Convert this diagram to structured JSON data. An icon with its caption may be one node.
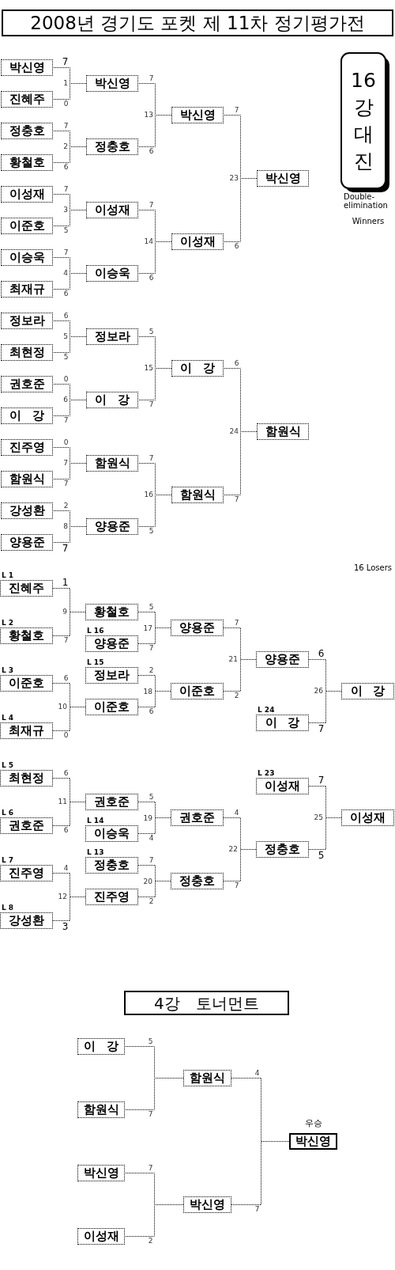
{
  "diagram": {
    "title": "2008년 경기도 포켓 제 11차 정기평가전",
    "nodes": [
      {
        "text": [
          "16 강 대 진"
        ]
      },
      {
        "text": [
          "박신영"
        ]
      },
      {
        "text": [
          "진혜주"
        ]
      },
      {
        "text": [
          "정충호"
        ]
      },
      {
        "text": [
          "황철호"
        ]
      },
      {
        "text": [
          "이성재"
        ]
      },
      {
        "text": [
          "이준호"
        ]
      },
      {
        "text": [
          "이승욱"
        ]
      },
      {
        "text": [
          "최재규"
        ]
      },
      {
        "text": [
          "정보라"
        ]
      },
      {
        "text": [
          "최현정"
        ]
      },
      {
        "text": [
          "권호준"
        ]
      },
      {
        "text": [
          "이 강"
        ]
      },
      {
        "text": [
          "진주영"
        ]
      },
      {
        "text": [
          "함원식"
        ]
      },
      {
        "text": [
          "강성환"
        ]
      },
      {
        "text": [
          "양용준"
        ]
      },
      {
        "text": [
          "박신영"
        ],
        "beside": [
          "1"
        ]
      },
      {
        "text": [
          "정충호"
        ],
        "beside": [
          "2"
        ]
      },
      {
        "text": [
          "이성재"
        ],
        "beside": [
          "3"
        ]
      },
      {
        "text": [
          "이승욱"
        ],
        "beside": [
          "4"
        ]
      },
      {
        "text": [
          "정보라"
        ],
        "beside": [
          "5"
        ]
      },
      {
        "text": [
          "이 강"
        ],
        "beside": [
          "6"
        ]
      },
      {
        "text": [
          "함원식"
        ],
        "beside": [
          "7"
        ]
      },
      {
        "text": [
          "양용준"
        ],
        "beside": [
          "8"
        ]
      },
      {
        "text": [
          "박신영"
        ],
        "beside": [
          "13"
        ]
      },
      {
        "text": [
          "이성재"
        ],
        "beside": [
          "14"
        ]
      },
      {
        "text": [
          "이 강"
        ],
        "beside": [
          "15"
        ]
      },
      {
        "text": [
          "함원식"
        ],
        "beside": [
          "16"
        ]
      },
      {
        "text": [
          "박신영"
        ],
        "beside": [
          "23"
        ]
      },
      {
        "text": [
          "함원식"
        ],
        "beside": [
          "24"
        ]
      },
      {
        "text": [
          "진혜주"
        ],
        "beside": [
          "L 1"
        ]
      },
      {
        "text": [
          "황철호"
        ],
        "beside": [
          "L 2"
        ]
      },
      {
        "text": [
          "이준호"
        ],
        "beside": [
          "L 3"
        ]
      },
      {
        "text": [
          "최재규"
        ],
        "beside": [
          "L 4"
        ]
      },
      {
        "text": [
          "최현정"
        ],
        "beside": [
          "L 5"
        ]
      },
      {
        "text": [
          "권호준"
        ],
        "beside": [
          "L 6"
        ]
      },
      {
        "text": [
          "진주영"
        ],
        "beside": [
          "L 7"
        ]
      },
      {
        "text": [
          "강성환"
        ],
        "beside": [
          "L 8"
        ]
      },
      {
        "text": [
          "황철호"
        ],
        "beside": [
          "9"
        ]
      },
      {
        "text": [
          "양용준"
        ],
        "beside": [
          "L 16"
        ]
      },
      {
        "text": [
          "정보라"
        ],
        "beside": [
          "L 15"
        ]
      },
      {
        "text": [
          "이준호"
        ],
        "beside": [
          "10"
        ]
      },
      {
        "text": [
          "권호준"
        ],
        "beside": [
          "11"
        ]
      },
      {
        "text": [
          "이승욱"
        ],
        "beside": [
          "L 14"
        ]
      },
      {
        "text": [
          "정충호"
        ],
        "beside": [
          "L 13"
        ]
      },
      {
        "text": [
          "진주영"
        ],
        "beside": [
          "12"
        ]
      },
      {
        "text": [
          "양용준"
        ]
      },
      {
        "text": [
          "이준호"
        ]
      },
      {
        "text": [
          "권호준"
        ]
      },
      {
        "text": [
          "정충호"
        ]
      },
      {
        "text": [
          "양용준"
        ],
        "beside": [
          "21"
        ]
      },
      {
        "text": [
          "이 강"
        ],
        "beside": [
          "L 24"
        ]
      },
      {
        "text": [
          "이성재"
        ],
        "beside": [
          "L 23"
        ]
      },
      {
        "text": [
          "정충호"
        ],
        "beside": [
          "22"
        ]
      },
      {
        "text": [
          "이 강"
        ],
        "beside": [
          "26"
        ]
      },
      {
        "text": [
          "이성재"
        ],
        "beside": [
          "25"
        ]
      },
      {
        "text": [
          "4강 토너먼트"
        ]
      },
      {
        "text": [
          "이 강"
        ]
      },
      {
        "text": [
          "함원식"
        ]
      },
      {
        "text": [
          "박신영"
        ]
      },
      {
        "text": [
          "이성재"
        ]
      },
      {
        "text": [
          "함원식"
        ]
      },
      {
        "text": [
          "박신영"
        ]
      },
      {
        "text": [
          "박신영"
        ],
        "beside": [
          "우승"
        ]
      }
    ],
    "edges": [
      {
        "from": 1,
        "to": 17,
        "arrow": "none",
        "label": "7"
      },
      {
        "from": 2,
        "to": 17,
        "arrow": "none",
        "label": "0"
      },
      {
        "from": 3,
        "to": 18,
        "arrow": "none",
        "label": "7"
      },
      {
        "from": 4,
        "to": 18,
        "arrow": "none",
        "label": "6"
      },
      {
        "from": 5,
        "to": 19,
        "arrow": "none",
        "label": "7"
      },
      {
        "from": 6,
        "to": 19,
        "arrow": "none",
        "label": "5"
      },
      {
        "from": 7,
        "to": 20,
        "arrow": "none",
        "label": "7"
      },
      {
        "from": 8,
        "to": 20,
        "arrow": "none",
        "label": "6"
      },
      {
        "from": 9,
        "to": 21,
        "arrow": "none",
        "label": "6"
      },
      {
        "from": 10,
        "to": 21,
        "arrow": "none",
        "label": "5"
      },
      {
        "from": 11,
        "to": 22,
        "arrow": "none",
        "label": "0"
      },
      {
        "from": 12,
        "to": 22,
        "arrow": "none",
        "label": "7"
      },
      {
        "from": 13,
        "to": 23,
        "arrow": "none",
        "label": "0"
      },
      {
        "from": 14,
        "to": 23,
        "arrow": "none",
        "label": "7"
      },
      {
        "from": 15,
        "to": 24,
        "arrow": "none",
        "label": "2"
      },
      {
        "from": 16,
        "to": 24,
        "arrow": "none",
        "label": "7"
      },
      {
        "from": 17,
        "to": 25,
        "arrow": "none",
        "label": "7"
      },
      {
        "from": 18,
        "to": 25,
        "arrow": "none",
        "label": "6"
      },
      {
        "from": 19,
        "to": 26,
        "arrow": "none",
        "label": "7"
      },
      {
        "from": 20,
        "to": 26,
        "arrow": "none",
        "label": "6"
      },
      {
        "from": 21,
        "to": 27,
        "arrow": "none",
        "label": "5"
      },
      {
        "from": 22,
        "to": 27,
        "arrow": "none",
        "label": "7"
      },
      {
        "from": 23,
        "to": 28,
        "arrow": "none",
        "label": "7"
      },
      {
        "from": 24,
        "to": 28,
        "arrow": "none",
        "label": "5"
      },
      {
        "from": 25,
        "to": 29,
        "arrow": "none",
        "label": "7"
      },
      {
        "from": 26,
        "to": 29,
        "arrow": "none",
        "label": "6"
      },
      {
        "from": 27,
        "to": 30,
        "arrow": "none",
        "label": "6"
      },
      {
        "from": 28,
        "to": 30,
        "arrow": "none",
        "label": "7"
      },
      {
        "from": 31,
        "to": 39,
        "arrow": "none",
        "label": "1"
      },
      {
        "from": 32,
        "to": 39,
        "arrow": "none",
        "label": "7"
      },
      {
        "from": 33,
        "to": 42,
        "arrow": "none",
        "label": "6"
      },
      {
        "from": 34,
        "to": 42,
        "arrow": "none",
        "label": "0"
      },
      {
        "from": 35,
        "to": 43,
        "arrow": "none",
        "label": "6"
      },
      {
        "from": 36,
        "to": 43,
        "arrow": "none",
        "label": "6"
      },
      {
        "from": 37,
        "to": 46,
        "arrow": "none",
        "label": "4"
      },
      {
        "from": 38,
        "to": 46,
        "arrow": "none",
        "label": "3"
      },
      {
        "from": 39,
        "to": 47,
        "arrow": "none",
        "label": "5"
      },
      {
        "from": 40,
        "to": 47,
        "arrow": "none",
        "label": "7"
      },
      {
        "from": 41,
        "to": 48,
        "arrow": "none",
        "label": "2"
      },
      {
        "from": 42,
        "to": 48,
        "arrow": "none",
        "label": "6"
      },
      {
        "from": 43,
        "to": 49,
        "arrow": "none",
        "label": "5"
      },
      {
        "from": 44,
        "to": 49,
        "arrow": "none",
        "label": "4"
      },
      {
        "from": 45,
        "to": 50,
        "arrow": "none",
        "label": "7"
      },
      {
        "from": 46,
        "to": 50,
        "arrow": "none",
        "label": "2"
      },
      {
        "from": 47,
        "to": 51,
        "arrow": "none",
        "label": "7"
      },
      {
        "from": 48,
        "to": 51,
        "arrow": "none",
        "label": "2"
      },
      {
        "from": 49,
        "to": 54,
        "arrow": "none",
        "label": "4"
      },
      {
        "from": 50,
        "to": 54,
        "arrow": "none",
        "label": "7"
      },
      {
        "from": 51,
        "to": 55,
        "arrow": "none",
        "label": "6"
      },
      {
        "from": 52,
        "to": 55,
        "arrow": "none",
        "label": "7"
      },
      {
        "from": 53,
        "to": 56,
        "arrow": "none",
        "label": "7"
      },
      {
        "from": 54,
        "to": 56,
        "arrow": "none",
        "label": "5"
      },
      {
        "from": 58,
        "to": 62,
        "arrow": "none",
        "label": "5"
      },
      {
        "from": 59,
        "to": 62,
        "arrow": "none",
        "label": "7"
      },
      {
        "from": 60,
        "to": 63,
        "arrow": "none",
        "label": "7"
      },
      {
        "from": 61,
        "to": 63,
        "arrow": "none",
        "label": "2"
      },
      {
        "from": 62,
        "to": 64,
        "arrow": "none",
        "label": "4"
      },
      {
        "from": 63,
        "to": 64,
        "arrow": "none",
        "label": "7"
      }
    ],
    "labels": [
      "Double-elimination",
      "Winners",
      "16 Losers",
      "17",
      "18",
      "19",
      "20"
    ]
  }
}
